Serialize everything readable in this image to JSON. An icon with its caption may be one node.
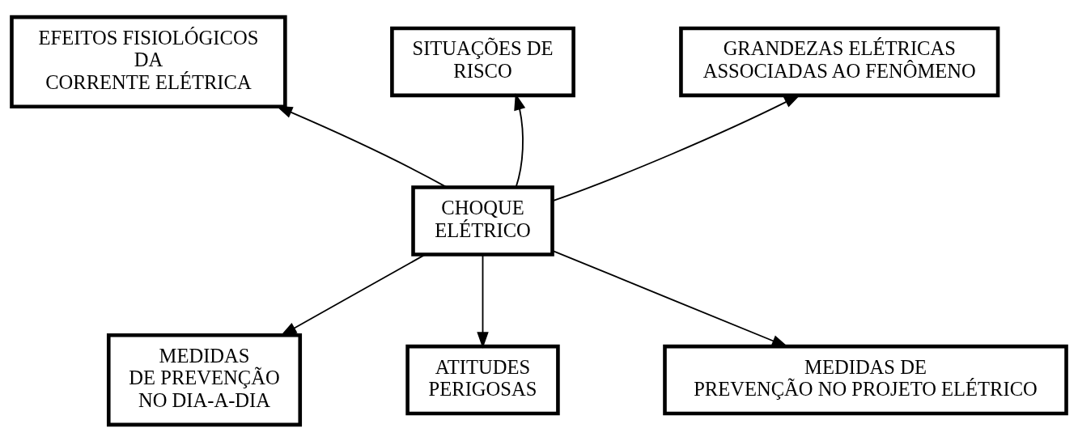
{
  "diagram": {
    "nodes": [
      {
        "text": [
          "EFEITOS FISIOLÓGICOS DA CORRENTE ELÉTRICA"
        ]
      },
      {
        "text": [
          "SITUAÇÕES DE RISCO"
        ]
      },
      {
        "text": [
          "GRANDEZAS ELÉTRICAS ASSOCIADAS AO FENÔMENO"
        ]
      },
      {
        "text": [
          "CHOQUE ELÉTRICO"
        ]
      },
      {
        "text": [
          "MEDIDAS DE PREVENÇÃO NO DIA-A-DIA"
        ]
      },
      {
        "text": [
          "ATITUDES PERIGOSAS"
        ]
      },
      {
        "text": [
          "MEDIDAS DE PREVENÇÃO NO PROJETO ELÉTRICO"
        ]
      }
    ],
    "edges": [
      {
        "from": 3,
        "to": 0,
        "arrow": "to"
      },
      {
        "from": 3,
        "to": 1,
        "arrow": "to"
      },
      {
        "from": 3,
        "to": 2,
        "arrow": "to"
      },
      {
        "from": 3,
        "to": 4,
        "arrow": "to"
      },
      {
        "from": 3,
        "to": 5,
        "arrow": "to"
      },
      {
        "from": 3,
        "to": 6,
        "arrow": "to"
      }
    ]
  }
}
